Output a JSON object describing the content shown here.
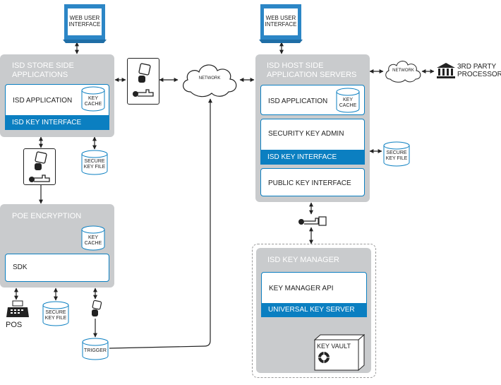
{
  "store_side": {
    "web_ui": "WEB USER INTERFACE",
    "title": "ISD STORE SIDE APPLICATIONS",
    "isd_application": "ISD APPLICATION",
    "key_cache": "KEY CACHE",
    "isd_key_interface": "ISD KEY INTERFACE",
    "secure_key_file": "SECURE KEY FILE"
  },
  "poe": {
    "title": "POE ENCRYPTION",
    "key_cache": "KEY CACHE",
    "sdk": "SDK",
    "pos": "POS",
    "secure_key_file": "SECURE KEY FILE",
    "trigger": "TRIGGER"
  },
  "network_center": "NETWORK",
  "host_side": {
    "web_ui": "WEB USER INTERFACE",
    "title": "ISD HOST SIDE APPLICATION SERVERS",
    "isd_application": "ISD APPLICATION",
    "key_cache": "KEY CACHE",
    "security_key_admin": "SECURITY KEY ADMIN",
    "isd_key_interface": "ISD KEY INTERFACE",
    "public_key_interface": "PUBLIC KEY INTERFACE",
    "secure_key_file": "SECURE KEY FILE"
  },
  "network_right": "NETWORK",
  "third_party": "3RD PARTY PROCESSOR",
  "key_manager": {
    "title": "ISD KEY MANAGER",
    "api": "KEY MANAGER API",
    "universal_key_server": "UNIVERSAL KEY SERVER",
    "key_vault": "KEY VAULT"
  },
  "colors": {
    "accent_blue": "#0b7fc1",
    "panel_gray": "#c9cbcd",
    "monitor_blue": "#2c86c6"
  }
}
